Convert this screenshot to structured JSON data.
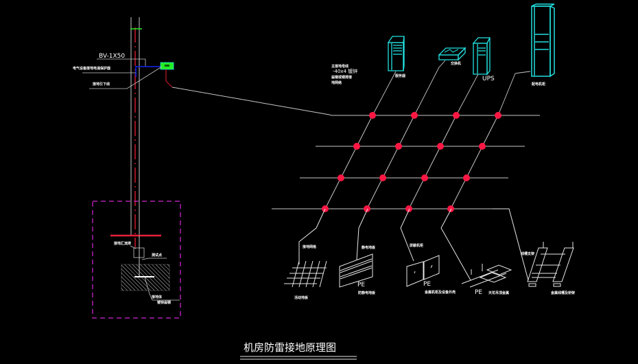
{
  "title": "机房防雷接地原理图",
  "colors": {
    "background": "#000000",
    "line": "#c8c8c8",
    "bond_dot": "#ff1744",
    "equipment": "#22e0e0",
    "pole_center": "#c0182c",
    "grounding_zone": "#b020b0",
    "busbar": "#e8203c",
    "cable_green": "#22ee22",
    "cable_blue": "#1020d0"
  },
  "left_section": {
    "cable_spec": "BV-1X50",
    "label_surge_protector": "电气设备接地电涌保护器",
    "label_ground_wire": "接地引下线",
    "label_ground_bus": "接地汇流排",
    "label_test_point": "测试点",
    "label_ground_body": "接地体",
    "label_ground_body_spec": "镀锌扁钢"
  },
  "grid_note": [
    "主接地母线",
    "-40x4 镀锌",
    "扁钢或铜排接",
    "地网络"
  ],
  "equipment": [
    {
      "id": "server-rack",
      "label": "服务器"
    },
    {
      "id": "switch",
      "label": "交换机"
    },
    {
      "id": "ups",
      "label": "UPS"
    },
    {
      "id": "cabinet",
      "label": "配电机柜"
    }
  ],
  "grid": {
    "rows": 4,
    "cols": 4
  },
  "bottom_items": [
    {
      "id": "mesh",
      "tag": "接地网格",
      "label": "活动地板"
    },
    {
      "id": "panel",
      "tag": "静电地板",
      "label": "防静电地板",
      "pe": "PE"
    },
    {
      "id": "double-panel",
      "tag": "屏蔽机柜",
      "label": "金属机柜及设备外壳",
      "pe": "PE"
    },
    {
      "id": "ceiling",
      "tag": "",
      "label": "天花吊顶金属",
      "pe": "PE"
    },
    {
      "id": "tray",
      "tag": "线槽支架",
      "label": "金属线槽及桥架"
    }
  ]
}
